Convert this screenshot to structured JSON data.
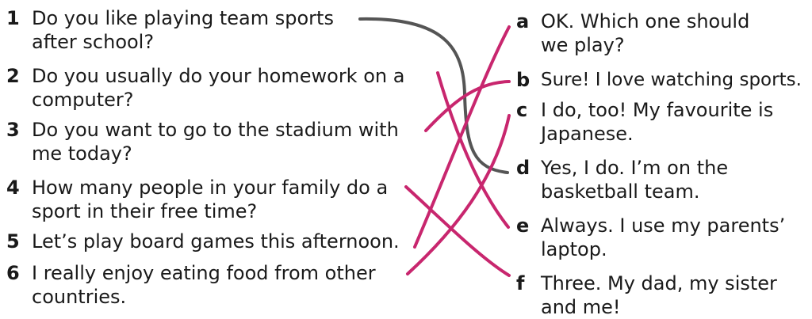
{
  "questions": [
    {
      "num": "1",
      "line1": "Do you like playing team sports",
      "line2": "after school?"
    },
    {
      "num": "2",
      "line1": "Do you usually do your homework on a",
      "line2": "computer?"
    },
    {
      "num": "3",
      "line1": "Do you want to go to the stadium with",
      "line2": "me today?"
    },
    {
      "num": "4",
      "line1": "How many people in your family do a",
      "line2": "sport in their free time?"
    },
    {
      "num": "5",
      "line1": "Let’s play board games this afternoon.",
      "line2": ""
    },
    {
      "num": "6",
      "line1": "I really enjoy eating food from other",
      "line2": "countries."
    }
  ],
  "answers": [
    {
      "letter": "a",
      "line1": "OK. Which one should",
      "line2": "we play?"
    },
    {
      "letter": "b",
      "line1": "Sure! I love watching sports.",
      "line2": ""
    },
    {
      "letter": "c",
      "line1": "I do, too! My favourite is",
      "line2": "Japanese."
    },
    {
      "letter": "d",
      "line1": "Yes, I do. I’m on the",
      "line2": "basketball team."
    },
    {
      "letter": "e",
      "line1": "Always. I use my parents’",
      "line2": "laptop."
    },
    {
      "letter": "f",
      "line1": "Three. My dad, my sister",
      "line2": "and me!"
    }
  ],
  "colors": {
    "example_line": "#555555",
    "answer_lines": "#c8266e"
  }
}
